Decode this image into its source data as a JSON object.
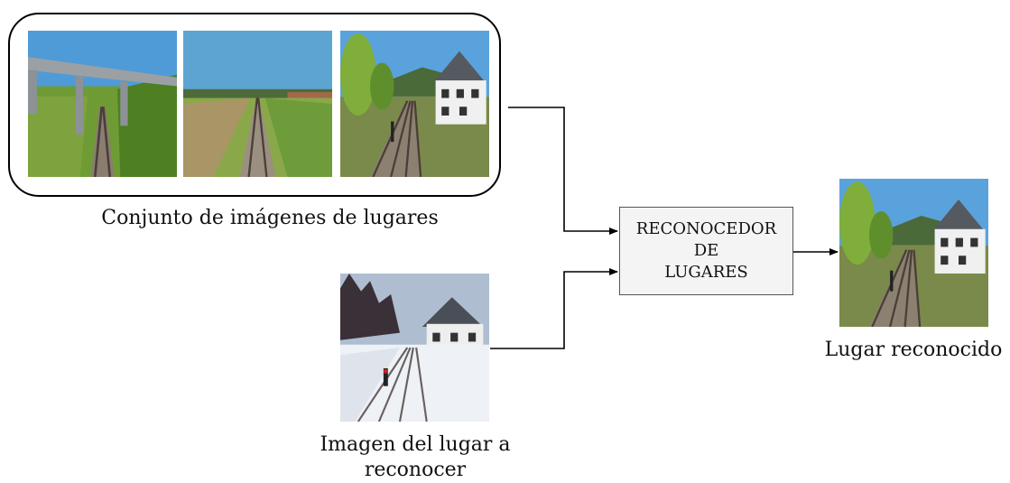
{
  "group": {
    "caption": "Conjunto de imágenes de lugares",
    "images": [
      {
        "name": "railway-under-bridge-image",
        "scene": "bridge"
      },
      {
        "name": "railway-open-field-image",
        "scene": "field"
      },
      {
        "name": "railway-station-house-image",
        "scene": "house"
      }
    ]
  },
  "query": {
    "caption_line1": "Imagen del lugar a",
    "caption_line2": "reconocer",
    "scene": "snow"
  },
  "processor": {
    "line1": "RECONOCEDOR",
    "line2": "DE",
    "line3": "LUGARES"
  },
  "result": {
    "caption": "Lugar reconocido",
    "scene": "house"
  },
  "colors": {
    "sky": "#5fa8e0",
    "grass": "#6e9a35",
    "rail": "#5a5048",
    "snow": "#f2f4f8",
    "box_fill": "#f4f4f4"
  }
}
